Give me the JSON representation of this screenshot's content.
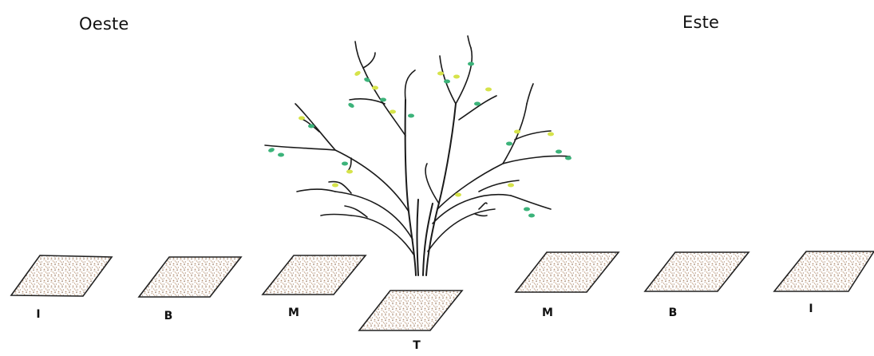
{
  "headings": {
    "west": "Oeste",
    "east": "Este"
  },
  "plots": [
    {
      "id": "west-I",
      "label": "I"
    },
    {
      "id": "west-B",
      "label": "B"
    },
    {
      "id": "west-M",
      "label": "M"
    },
    {
      "id": "center-T",
      "label": "T"
    },
    {
      "id": "east-M",
      "label": "M"
    },
    {
      "id": "east-B",
      "label": "B"
    },
    {
      "id": "east-I",
      "label": "I"
    }
  ],
  "colors": {
    "outline": "#222222",
    "soil": "#c9a98c",
    "soil_dark": "#8a6a52",
    "branch": "#1a1a1a",
    "leaf_green": "#3cb37a",
    "leaf_yellow": "#d6e34a"
  }
}
